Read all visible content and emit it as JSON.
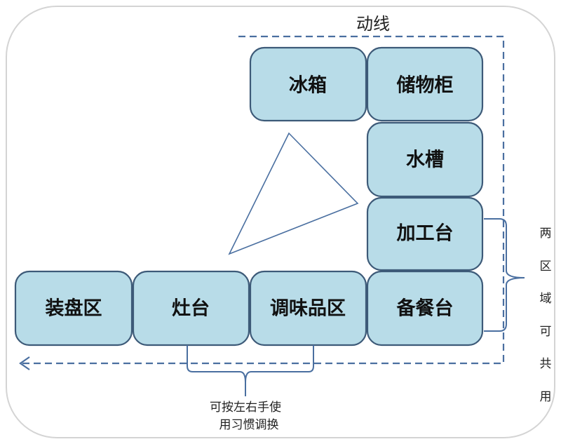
{
  "title": "动线",
  "zones": {
    "fridge": "冰箱",
    "cabinet": "储物柜",
    "sink": "水槽",
    "prep": "加工台",
    "serving_prep": "备餐台",
    "plating": "装盘区",
    "stove": "灶台",
    "seasoning": "调味品区"
  },
  "notes": {
    "shared": [
      "两",
      "区",
      "域",
      "可",
      "共",
      "用"
    ],
    "swap_line1": "可按左右手使",
    "swap_line2": "用习惯调换"
  }
}
